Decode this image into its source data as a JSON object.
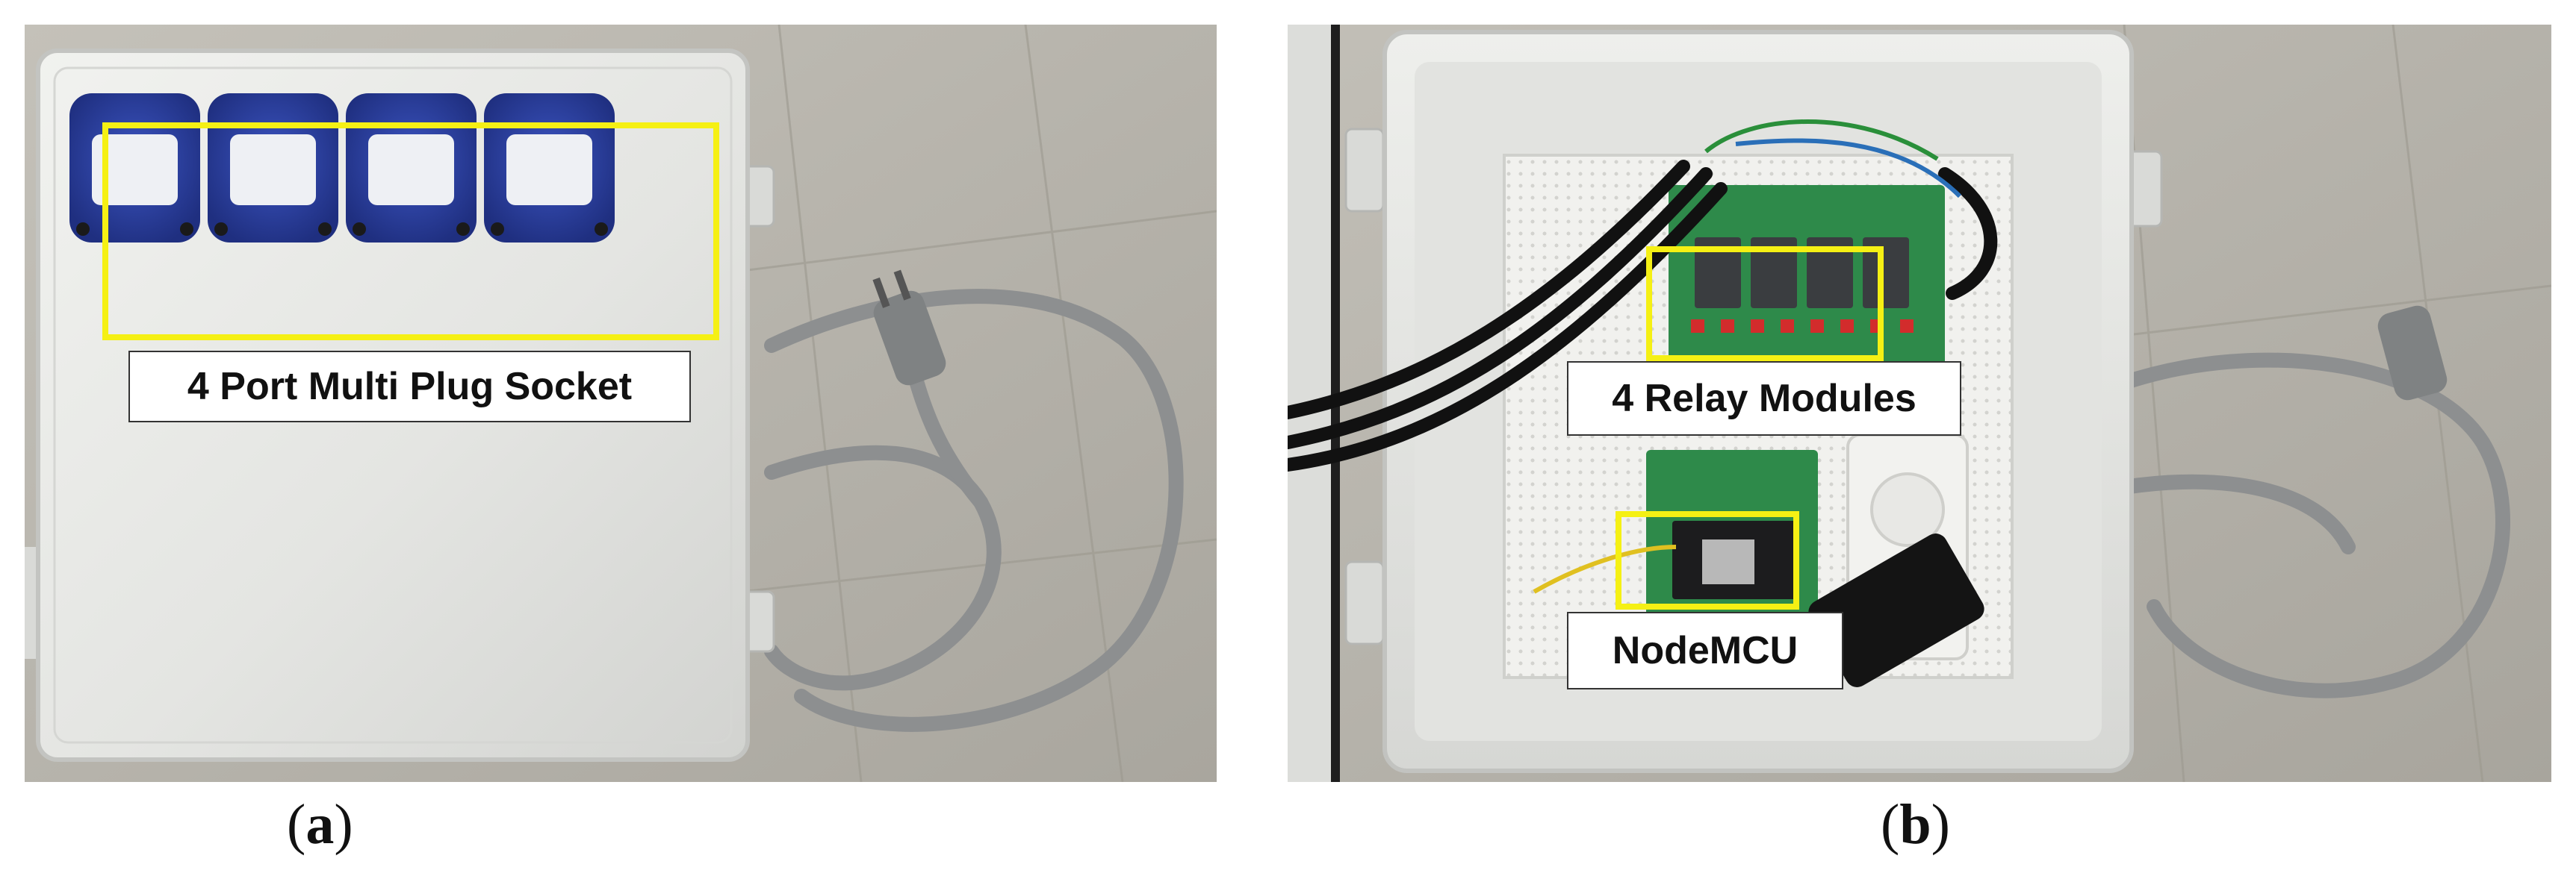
{
  "figure": {
    "panel_a": {
      "label_text": "4 Port Multi Plug Socket",
      "caption_letter": "a"
    },
    "panel_b": {
      "relay_label": "4 Relay Modules",
      "mcu_label": "NodeMCU",
      "caption_letter": "b"
    },
    "colors": {
      "highlight_box": "#f5f014",
      "enclosure": "#e6e7e4",
      "socket_blue": "#2b3f9e",
      "pcb_green": "#2e8a4a",
      "floor_tile": "#b6b3ab"
    }
  }
}
